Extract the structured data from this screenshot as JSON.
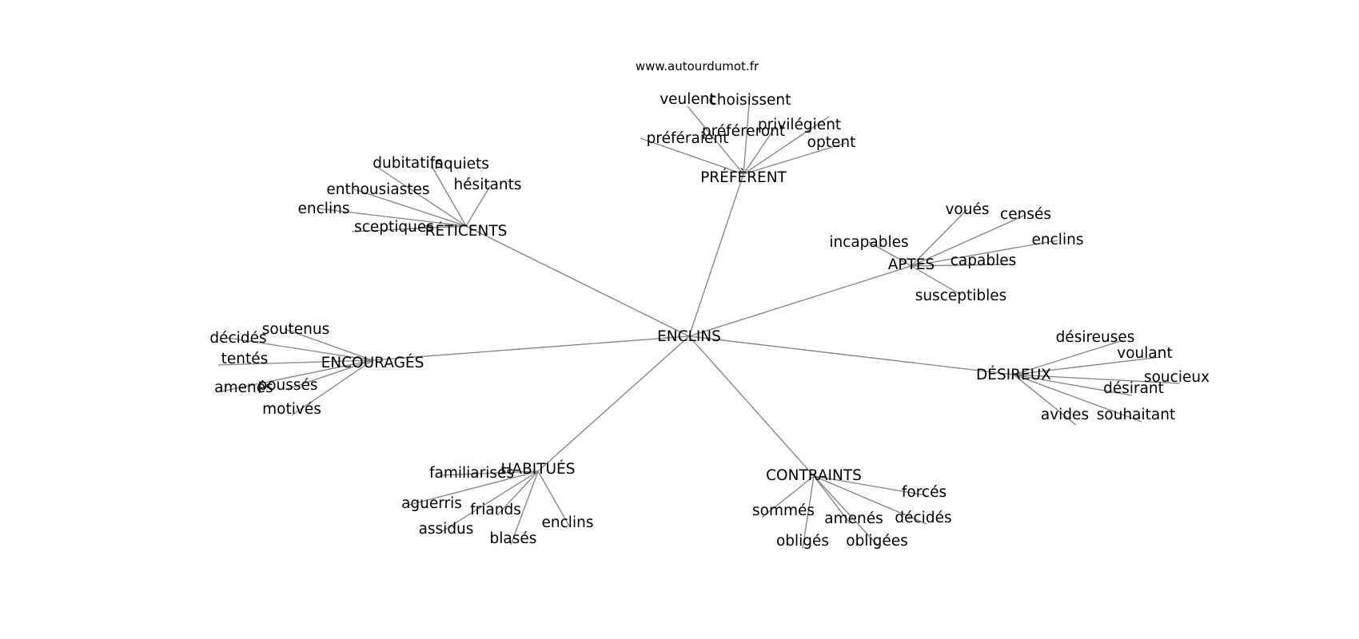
{
  "source_label": "www.autourdumot.fr",
  "center": {
    "label": "ENCLINS"
  },
  "clusters": [
    {
      "label": "PRÉFÈRENT",
      "words": [
        "veulent",
        "choisissent",
        "privilégient",
        "préféreront",
        "préféraient",
        "optent"
      ]
    },
    {
      "label": "RÉTICENTS",
      "words": [
        "dubitatifs",
        "inquiets",
        "hésitants",
        "enthousiastes",
        "enclins",
        "sceptiques"
      ]
    },
    {
      "label": "APTES",
      "words": [
        "voués",
        "censés",
        "incapables",
        "enclins",
        "capables",
        "susceptibles"
      ]
    },
    {
      "label": "ENCOURAGÉS",
      "words": [
        "soutenus",
        "décidés",
        "tentés",
        "amenés",
        "poussés",
        "motivés"
      ]
    },
    {
      "label": "DÉSIREUX",
      "words": [
        "désireuses",
        "voulant",
        "soucieux",
        "désirant",
        "avides",
        "souhaitant"
      ]
    },
    {
      "label": "HABITUÉS",
      "words": [
        "familiarisés",
        "aguerris",
        "friands",
        "assidus",
        "blasés",
        "enclins"
      ]
    },
    {
      "label": "CONTRAINTS",
      "words": [
        "forcés",
        "sommés",
        "amenés",
        "décidés",
        "obligés",
        "obligées"
      ]
    }
  ]
}
